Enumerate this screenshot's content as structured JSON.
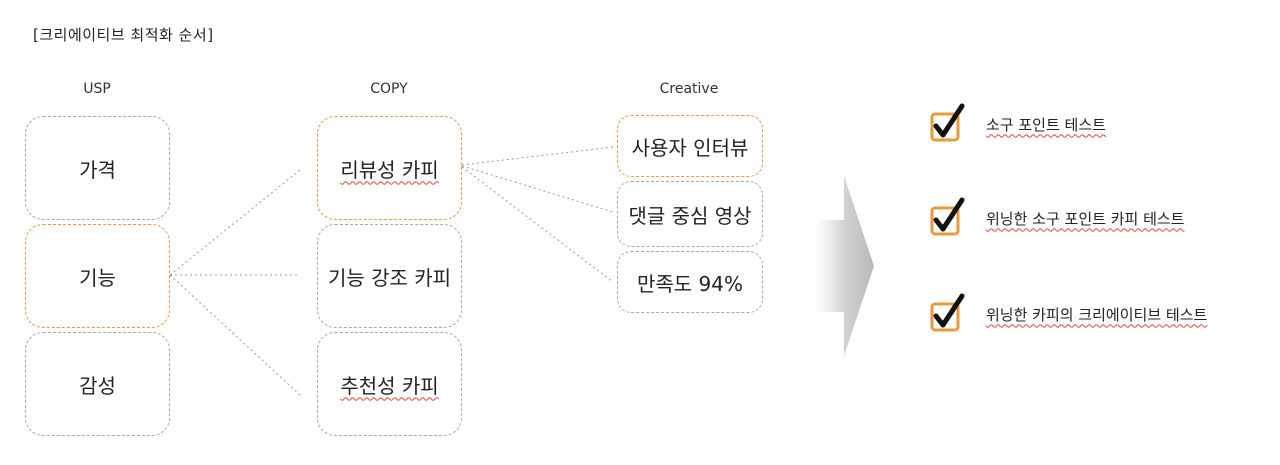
{
  "title": "[크리에이티브 최적화 순서]",
  "columns": {
    "usp": "USP",
    "copy": "COPY",
    "creative": "Creative"
  },
  "usp_items": [
    {
      "label": "가격"
    },
    {
      "label": "기능"
    },
    {
      "label": "감성"
    }
  ],
  "copy_items": [
    {
      "label": "리뷰성 카피"
    },
    {
      "label": "기능 강조 카피"
    },
    {
      "label": "추천성 카피"
    }
  ],
  "creative_items": [
    {
      "label": "사용자 인터뷰"
    },
    {
      "label": "댓글 중심 영상"
    },
    {
      "label": "만족도 94%"
    }
  ],
  "checklist": [
    {
      "text": "소구 포인트 테스트"
    },
    {
      "text": "위닝한 소구 포인트 카피 테스트"
    },
    {
      "text": "위닝한 카피의 크리에이티브 테스트"
    }
  ],
  "colors": {
    "highlight_border": "#e89a3c",
    "default_border": "#a8a8a8",
    "check_box_border": "#e89a3c",
    "check_mark": "#111111",
    "spellcheck_underline": "#e0443c"
  }
}
